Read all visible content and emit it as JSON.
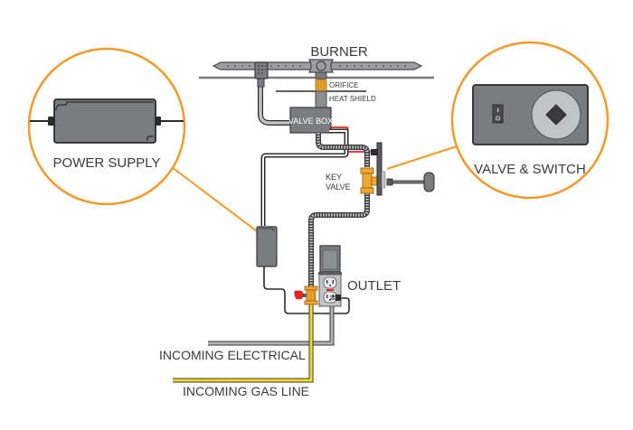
{
  "diagram": {
    "title": "Gas fire feature wiring and plumbing diagram",
    "labels": {
      "burner": "BURNER",
      "orifice": "ORIFICE",
      "heat_shield": "HEAT SHIELD",
      "valve_box": "VALVE BOX",
      "key_valve_line1": "KEY",
      "key_valve_line2": "VALVE",
      "outlet": "OUTLET",
      "incoming_electrical": "INCOMING ELECTRICAL",
      "incoming_gas_line": "INCOMING GAS LINE"
    },
    "callouts": [
      {
        "id": "power-supply",
        "label": "POWER SUPPLY"
      },
      {
        "id": "valve-switch",
        "label": "VALVE & SWITCH",
        "switch_on": "I",
        "switch_off": "O"
      }
    ],
    "colors": {
      "callout_ring": "#f39a2b",
      "gas_line": "#f2dc2a",
      "brass": "#f0a830",
      "hot_wire": "#e52421",
      "component_gray": "#7b7c80",
      "pipe_gray": "#a7a8ab",
      "wire_black": "#2b2b2d",
      "label_text": "#3a3a3c"
    }
  }
}
